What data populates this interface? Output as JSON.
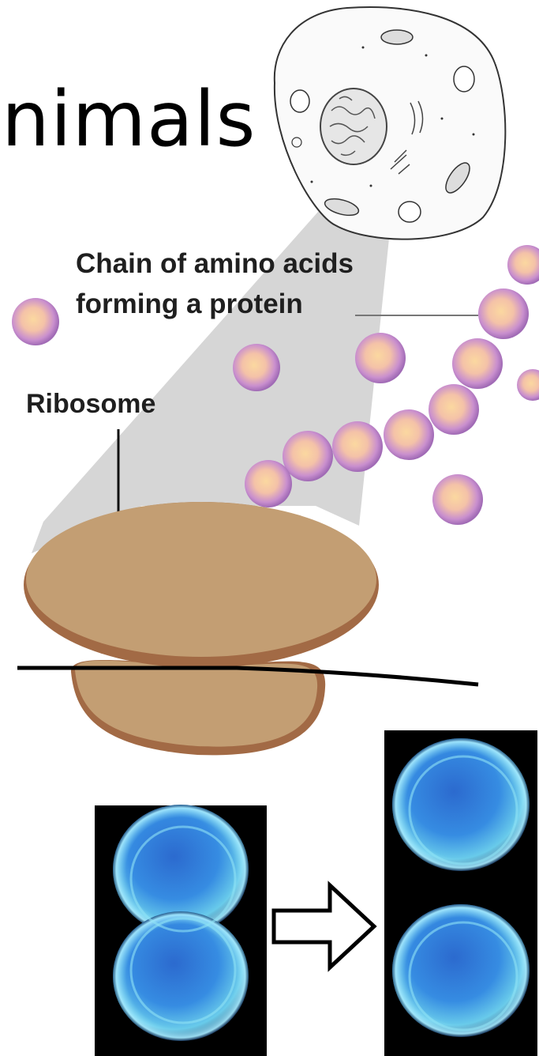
{
  "slide": {
    "heading": "nimals"
  },
  "diagram": {
    "protein_label_line1": "Chain of amino acids",
    "protein_label_line2": "forming a protein",
    "ribosome_label": "Ribosome"
  },
  "colors": {
    "ribosome_fill": "#c39e73",
    "ribosome_edge": "#a26a45",
    "amino_acid_center": "#f7c98e",
    "amino_acid_edge": "#a46ab8",
    "cell_background": "#000000",
    "cell_blue": "#2d6fd6",
    "arrow_fill": "#ffffff",
    "magnification_cone": "#d6d6d6"
  },
  "icons": [
    "animal-cell-icon",
    "right-arrow-icon"
  ]
}
